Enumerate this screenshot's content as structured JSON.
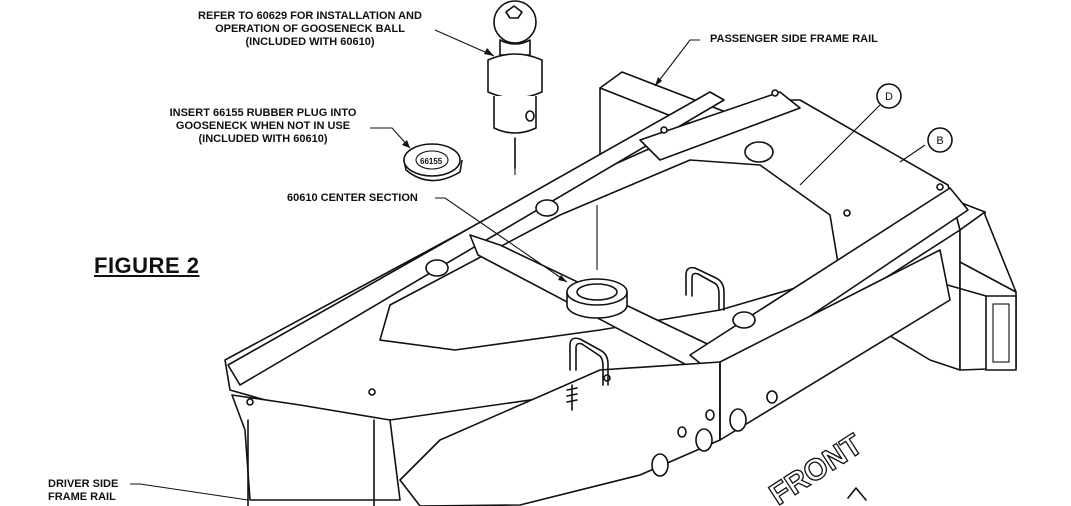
{
  "figure": {
    "title": "FIGURE 2"
  },
  "callouts": {
    "gooseneck_ball": [
      "REFER TO 60629 FOR INSTALLATION AND",
      "OPERATION OF GOOSENECK BALL",
      "(INCLUDED WITH 60610)"
    ],
    "rubber_plug": [
      "INSERT 66155 RUBBER PLUG INTO",
      "GOOSENECK WHEN NOT IN USE",
      "(INCLUDED WITH 60610)"
    ],
    "center_section": "60610 CENTER SECTION",
    "passenger_rail": "PASSENGER SIDE FRAME RAIL",
    "driver_rail": [
      "DRIVER SIDE",
      "FRAME RAIL"
    ]
  },
  "detail_markers": {
    "d": "D",
    "b": "B"
  },
  "direction_label": "FRONT"
}
